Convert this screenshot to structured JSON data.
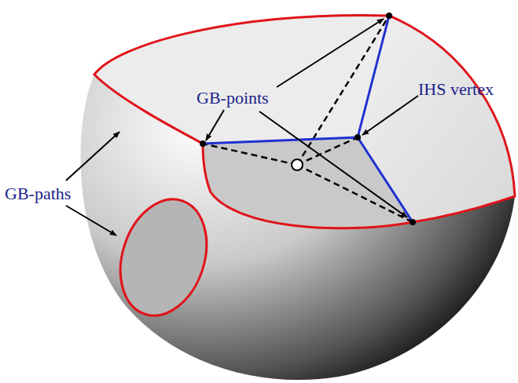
{
  "diagram": {
    "labels": [
      "GB-points",
      "IHS vertex",
      "GB-paths"
    ]
  }
}
